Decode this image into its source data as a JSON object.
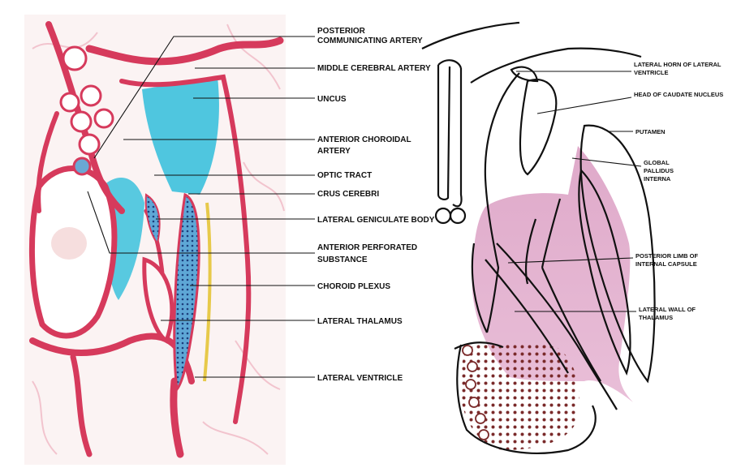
{
  "left_panel": {
    "labels": [
      [
        "POSTERIOR",
        "COMMUNICATING ARTERY"
      ],
      [
        "MIDDLE CEREBRAL ARTERY"
      ],
      [
        "UNCUS"
      ],
      [
        "ANTERIOR CHOROIDAL",
        "ARTERY"
      ],
      [
        "OPTIC TRACT"
      ],
      [
        "CRUS CEREBRI"
      ],
      [
        "LATERAL GENICULATE BODY"
      ],
      [
        "ANTERIOR PERFORATED",
        "SUBSTANCE"
      ],
      [
        "CHOROID PLEXUS"
      ],
      [
        "LATERAL THALAMUS"
      ],
      [
        "LATERAL VENTRICLE"
      ]
    ]
  },
  "right_panel": {
    "labels": [
      [
        "LATERAL HORN OF LATERAL",
        "VENTRICLE"
      ],
      [
        "HEAD OF CAUDATE NUCLEUS"
      ],
      [
        "PUTAMEN"
      ],
      [
        "GLOBAL",
        "PALLIDUS",
        "INTERNA"
      ],
      [
        "POSTERIOR LIMB OF",
        "INTERNAL CAPSULE"
      ],
      [
        "LATERAL WALL OF",
        "THALAMUS"
      ]
    ]
  },
  "colors": {
    "vessel": "#d63a5c",
    "vessel_light": "#f4b9c6",
    "cyan": "#4fc6df",
    "pink_region": "#d99ac0",
    "dots": "#7a2a2a"
  }
}
